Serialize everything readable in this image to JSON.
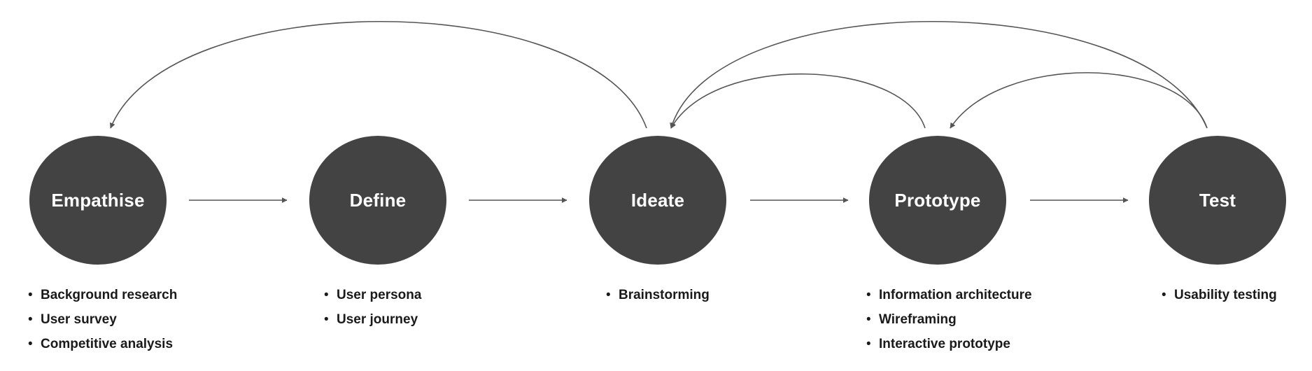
{
  "stages": [
    {
      "id": "empathise",
      "label": "Empathise",
      "activities": [
        "Background research",
        "User survey",
        "Competitive analysis"
      ]
    },
    {
      "id": "define",
      "label": "Define",
      "activities": [
        "User persona",
        "User journey"
      ]
    },
    {
      "id": "ideate",
      "label": "Ideate",
      "activities": [
        "Brainstorming"
      ]
    },
    {
      "id": "prototype",
      "label": "Prototype",
      "activities": [
        "Information architecture",
        "Wireframing",
        "Interactive prototype"
      ]
    },
    {
      "id": "test",
      "label": "Test",
      "activities": [
        "Usability testing"
      ]
    }
  ],
  "flow": [
    {
      "from": "empathise",
      "to": "define"
    },
    {
      "from": "define",
      "to": "ideate"
    },
    {
      "from": "ideate",
      "to": "prototype"
    },
    {
      "from": "prototype",
      "to": "test"
    }
  ],
  "feedback_loops": [
    {
      "from": "ideate",
      "to": "empathise"
    },
    {
      "from": "prototype",
      "to": "ideate"
    },
    {
      "from": "test",
      "to": "ideate"
    },
    {
      "from": "test",
      "to": "prototype"
    }
  ],
  "colors": {
    "node_fill": "#434343",
    "node_text": "#ffffff",
    "connector": "#555555",
    "list_text": "#1a1a1a"
  }
}
